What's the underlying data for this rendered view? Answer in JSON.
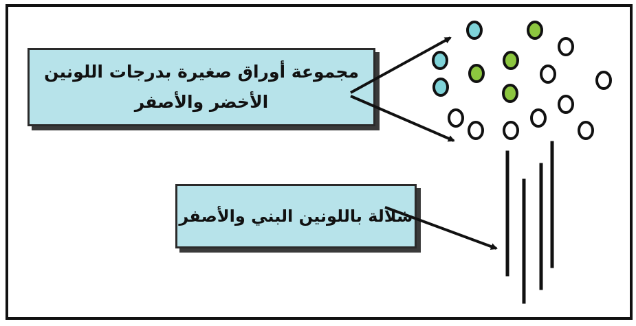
{
  "labels": {
    "leaves_line1": "مجموعة أوراق صغيرة بدرجات اللونين",
    "leaves_line2": "الأخضر والأصفر",
    "tassel": "شلالة باللونين البني والأصفر"
  },
  "colors": {
    "box_fill": "#b7e3ea",
    "leaf_green": "#8cc63f",
    "leaf_blue": "#7fd3d8",
    "outline": "#111111"
  }
}
